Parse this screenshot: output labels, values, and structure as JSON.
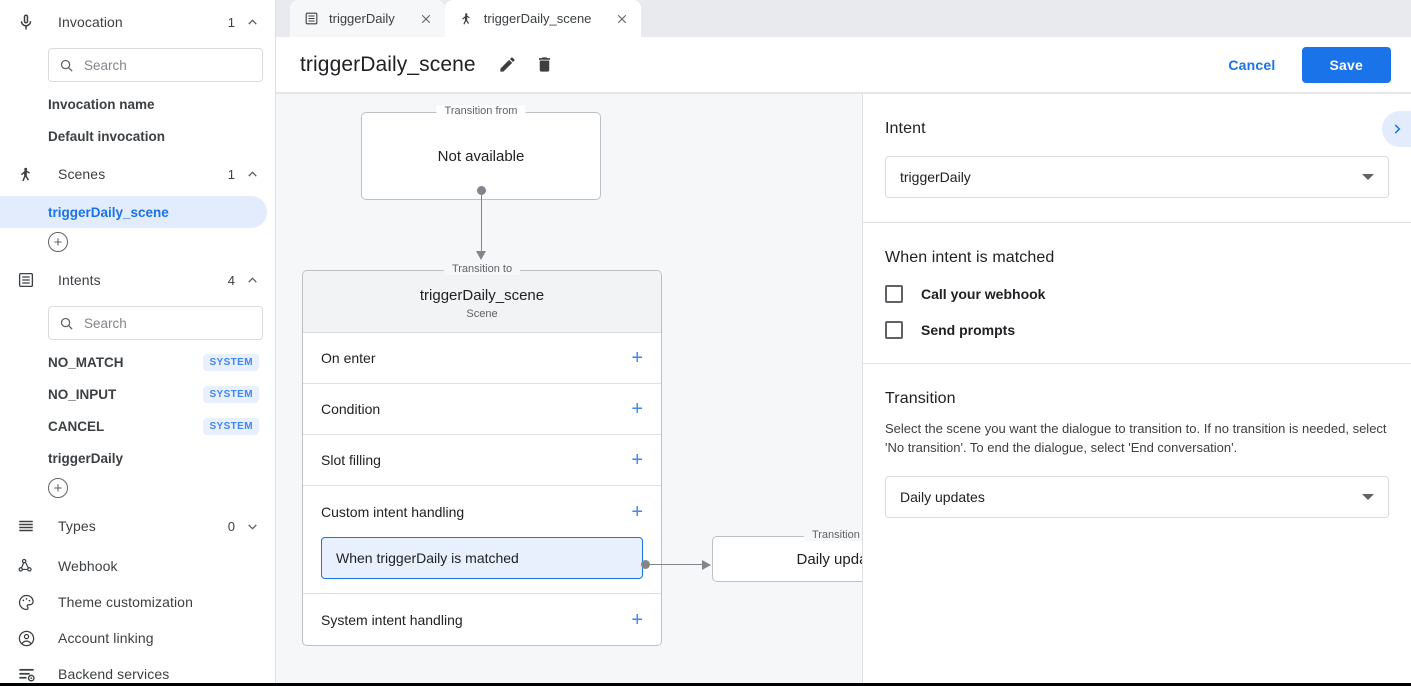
{
  "sidebar": {
    "groups": [
      {
        "icon": "microphone-icon",
        "label": "Invocation",
        "count": "1",
        "caret": "chevron-up-icon",
        "search_placeholder": "Search",
        "items": [
          {
            "label": "Invocation name",
            "badge": ""
          },
          {
            "label": "Default invocation",
            "badge": ""
          }
        ]
      },
      {
        "icon": "scene-branch-icon",
        "label": "Scenes",
        "count": "1",
        "caret": "chevron-up-icon",
        "items": [
          {
            "label": "triggerDaily_scene",
            "badge": ""
          }
        ]
      },
      {
        "icon": "intents-list-icon",
        "label": "Intents",
        "count": "4",
        "caret": "chevron-up-icon",
        "search_placeholder": "Search",
        "items": [
          {
            "label": "NO_MATCH",
            "badge": "SYSTEM"
          },
          {
            "label": "NO_INPUT",
            "badge": "SYSTEM"
          },
          {
            "label": "CANCEL",
            "badge": "SYSTEM"
          },
          {
            "label": "triggerDaily",
            "badge": ""
          }
        ]
      }
    ],
    "types": {
      "icon": "types-lines-icon",
      "label": "Types",
      "count": "0",
      "caret": "chevron-down-icon"
    },
    "flat_items": [
      {
        "icon": "webhook-icon",
        "label": "Webhook"
      },
      {
        "icon": "palette-icon",
        "label": "Theme customization"
      },
      {
        "icon": "account-circle-icon",
        "label": "Account linking"
      },
      {
        "icon": "backend-services-icon",
        "label": "Backend services"
      }
    ]
  },
  "tabs": [
    {
      "icon": "intent-doc-icon",
      "label": "triggerDaily",
      "close": "close-icon",
      "active": false
    },
    {
      "icon": "scene-branch-icon",
      "label": "triggerDaily_scene",
      "close": "close-icon",
      "active": true
    }
  ],
  "header": {
    "title": "triggerDaily_scene",
    "edit_icon": "pencil-icon",
    "delete_icon": "trash-icon",
    "cancel_label": "Cancel",
    "save_label": "Save"
  },
  "canvas": {
    "transition_from_legend": "Transition from",
    "transition_from_value": "Not available",
    "transition_to_legend": "Transition to",
    "scene_title": "triggerDaily_scene",
    "scene_subtitle": "Scene",
    "rows": [
      {
        "label": "On enter",
        "add": "+"
      },
      {
        "label": "Condition",
        "add": "+"
      },
      {
        "label": "Slot filling",
        "add": "+"
      },
      {
        "label": "Custom intent handling",
        "add": "+"
      },
      {
        "label": "System intent handling",
        "add": "+"
      }
    ],
    "handler_chip": "When triggerDaily is matched",
    "target_legend": "Transition to",
    "target_value": "Daily updates"
  },
  "panel": {
    "toggle_icon": "chevron-right-icon",
    "intent": {
      "title": "Intent",
      "selected": "triggerDaily",
      "caret": "dropdown-caret-icon"
    },
    "matched": {
      "title": "When intent is matched",
      "checkboxes": [
        {
          "label": "Call your webhook",
          "checked": false
        },
        {
          "label": "Send prompts",
          "checked": false
        }
      ]
    },
    "transition": {
      "title": "Transition",
      "description": "Select the scene you want the dialogue to transition to. If no transition is needed, select 'No transition'. To end the dialogue, select 'End conversation'.",
      "selected": "Daily updates",
      "caret": "dropdown-caret-icon"
    }
  },
  "colors": {
    "accent": "#1a73e8",
    "accent_soft": "#e8f0fe",
    "canvas_bg": "#f6f7f9",
    "border": "#dadce0"
  }
}
